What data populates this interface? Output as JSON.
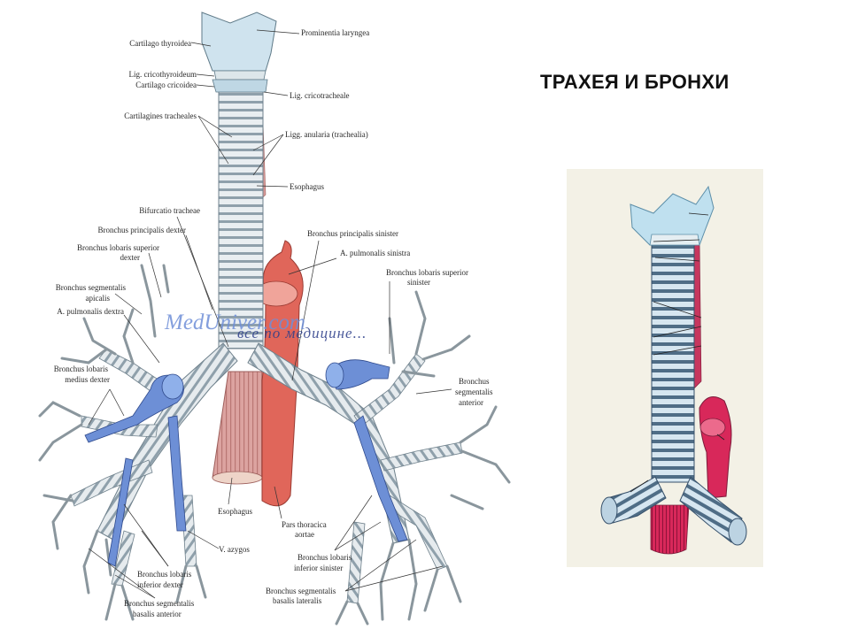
{
  "slide": {
    "title": "ТРАХЕЯ И БРОНХИ"
  },
  "labels": {
    "cartilago_thyroidea": "Cartilago thyroidea",
    "prominentia_laryngea": "Prominentia laryngea",
    "lig_cricothyroideum": "Lig. cricothyroideum",
    "cartilago_cricoidea": "Cartilago cricoidea",
    "lig_cricotracheale": "Lig. cricotracheale",
    "cartilagines_tracheales": "Cartilagines tracheales",
    "ligg_anularia": "Ligg. anularia (trachealia)",
    "esophagus_top": "Esophagus",
    "bifurcatio_tracheae": "Bifurcatio tracheae",
    "bronchus_principalis_dexter": "Bronchus principalis dexter",
    "bronchus_principalis_sinister": "Bronchus principalis sinister",
    "bronchus_lobaris_superior_dexter_1": "Bronchus lobaris superior",
    "bronchus_lobaris_superior_dexter_2": "dexter",
    "a_pulmonalis_sinistra": "A. pulmonalis sinistra",
    "bronchus_lobaris_superior_sinister_1": "Bronchus lobaris superior",
    "bronchus_lobaris_superior_sinister_2": "sinister",
    "bronchus_segmentalis_apicalis_1": "Bronchus segmentalis",
    "bronchus_segmentalis_apicalis_2": "apicalis",
    "a_pulmonalis_dextra": "A. pulmonalis dextra",
    "bronchus_lobaris_medius_dexter_1": "Bronchus lobaris",
    "bronchus_lobaris_medius_dexter_2": "medius dexter",
    "bronchus_segmentalis_anterior_1": "Bronchus",
    "bronchus_segmentalis_anterior_2": "segmentalis",
    "bronchus_segmentalis_anterior_3": "anterior",
    "esophagus_bottom": "Esophagus",
    "pars_thoracica_aortae_1": "Pars thoracica",
    "pars_thoracica_aortae_2": "aortae",
    "v_azygos": "V. azygos",
    "bronchus_lobaris_inferior_sinister_1": "Bronchus lobaris",
    "bronchus_lobaris_inferior_sinister_2": "inferior sinister",
    "bronchus_lobaris_inferior_dexter_1": "Bronchus lobaris",
    "bronchus_lobaris_inferior_dexter_2": "inferior dexter",
    "bronchus_segmentalis_basalis_lateralis_1": "Bronchus segmentalis",
    "bronchus_segmentalis_basalis_lateralis_2": "basalis lateralis",
    "bronchus_segmentalis_basalis_anterior_1": "Bronchus segmentalis",
    "bronchus_segmentalis_basalis_anterior_2": "basalis anterior"
  },
  "watermark": {
    "line1": "MedUniver.com",
    "line2": "все по медицине..."
  },
  "colors": {
    "cartilage": "#cfe3ee",
    "ring_light": "#e9eef1",
    "ring_dark": "#8fa0ab",
    "artery_blue": "#6d8fd6",
    "aorta_red": "#e0665a",
    "esophagus_pink": "#d99a98",
    "inset_bg": "#f3f1e6",
    "inset_aorta": "#d8285a"
  }
}
